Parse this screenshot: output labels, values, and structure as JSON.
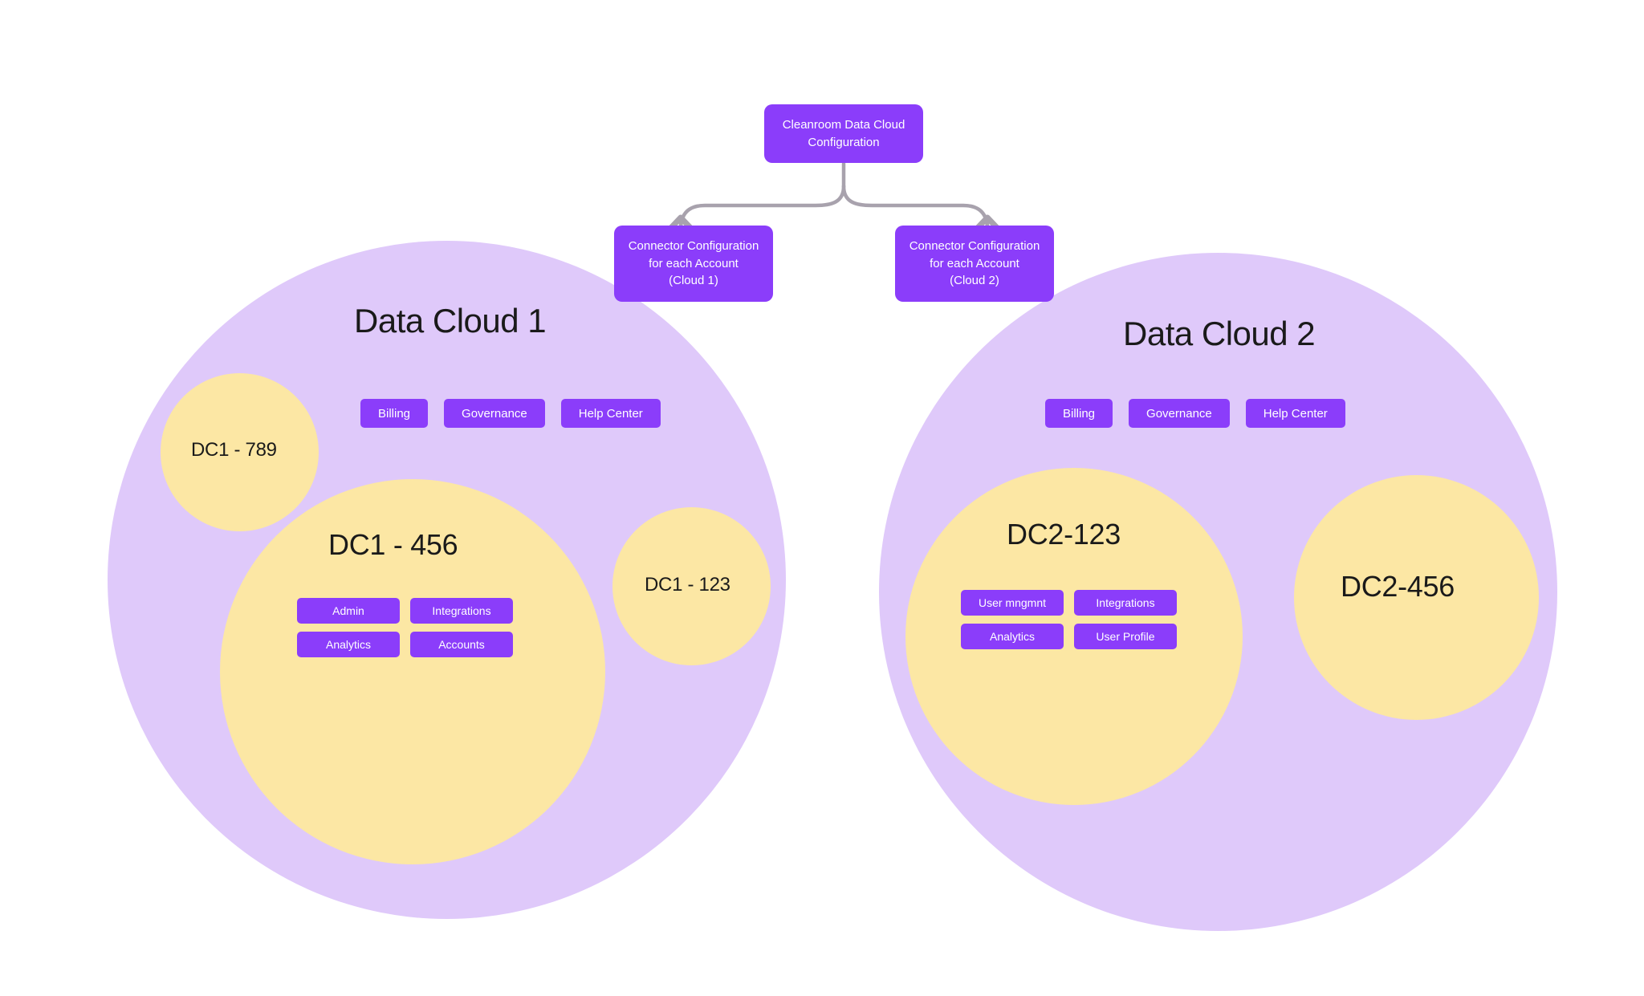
{
  "diagram": {
    "title": "Cleanroom Data Cloud Configuration",
    "colors": {
      "purple": "#8B3DFA",
      "lavender": "#DFC9FA",
      "yellow": "#FCE7A4",
      "connector_gray": "#A8A2AD",
      "text_dark": "#1a1a1a",
      "background": "#FFFFFF"
    }
  },
  "root": {
    "label": "Cleanroom Data Cloud\nConfiguration"
  },
  "connectors": [
    {
      "label": "Connector Configuration\nfor each Account\n(Cloud 1)"
    },
    {
      "label": "Connector Configuration\nfor each Account\n(Cloud 2)"
    }
  ],
  "clouds": [
    {
      "title": "Data Cloud 1",
      "pills": [
        {
          "label": "Billing"
        },
        {
          "label": "Governance"
        },
        {
          "label": "Help Center"
        }
      ],
      "accounts": [
        {
          "label": "DC1 - 789",
          "pills": []
        },
        {
          "label": "DC1 - 456",
          "pills": [
            {
              "label": "Admin"
            },
            {
              "label": "Integrations"
            },
            {
              "label": "Analytics"
            },
            {
              "label": "Accounts"
            }
          ]
        },
        {
          "label": "DC1 - 123",
          "pills": []
        }
      ]
    },
    {
      "title": "Data Cloud 2",
      "pills": [
        {
          "label": "Billing"
        },
        {
          "label": "Governance"
        },
        {
          "label": "Help Center"
        }
      ],
      "accounts": [
        {
          "label": "DC2-123",
          "pills": [
            {
              "label": "User mngmnt"
            },
            {
              "label": "Integrations"
            },
            {
              "label": "Analytics"
            },
            {
              "label": "User Profile"
            }
          ]
        },
        {
          "label": "DC2-456",
          "pills": []
        }
      ]
    }
  ]
}
